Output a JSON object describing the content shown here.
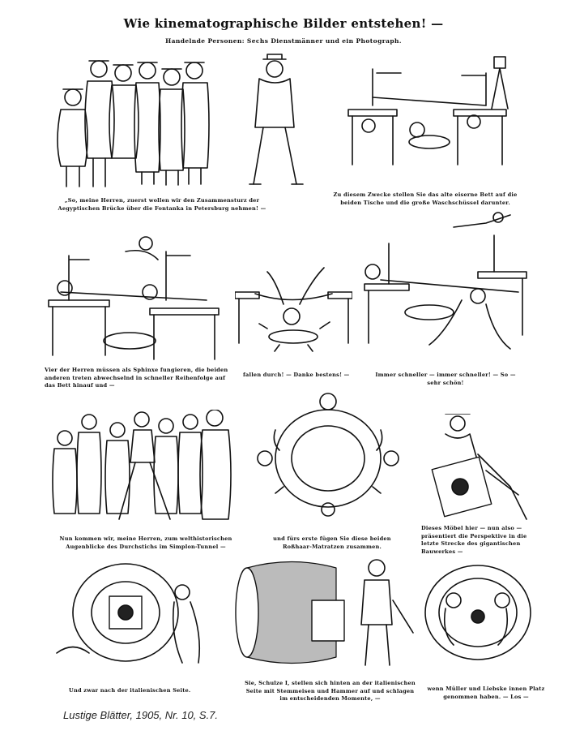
{
  "header": {
    "title": "Wie kinematographische Bilder entstehen! —",
    "subtitle": "Handelnde Personen: Sechs Dienstmänner und ein Photograph."
  },
  "captions": [
    "„So, meine Herren, zuerst wollen wir den Zusammensturz der Aegyptischen Brücke über die Fontanka in Petersburg nehmen! —",
    "Zu diesem Zwecke stellen Sie das alte eiserne Bett auf die beiden Tische und die große Waschschüssel darunter.",
    "Vier der Herren müssen als Sphinxe fungieren, die beiden anderen treten abwechselnd in schneller Reihenfolge auf das Bett hinauf und —",
    "fallen durch! — Danke bestens! —",
    "Immer schneller — immer schneller! — So — sehr schön!",
    "Nun kommen wir, meine Herren, zum welthistorischen Augenblicke des Durchstichs im Simplon-Tunnel —",
    "und fürs erste fügen Sie diese beiden Roßhaar-Matratzen zusammen.",
    "Dieses Möbel hier — nun also — präsentiert die Perspektive in die letzte Strecke des gigantischen Bauwerkes —",
    "Und zwar nach der italienischen Seite.",
    "Sie, Schulze I, stellen sich hinten an der italienischen Seite mit Stemmeisen und Hammer auf und schlagen im entscheidenden Momente, —",
    "wenn Müller und Liebske innen Platz genommen haben. — Los —"
  ],
  "footer": {
    "citation": "Lustige Blätter, 1905, Nr. 10, S.7."
  }
}
